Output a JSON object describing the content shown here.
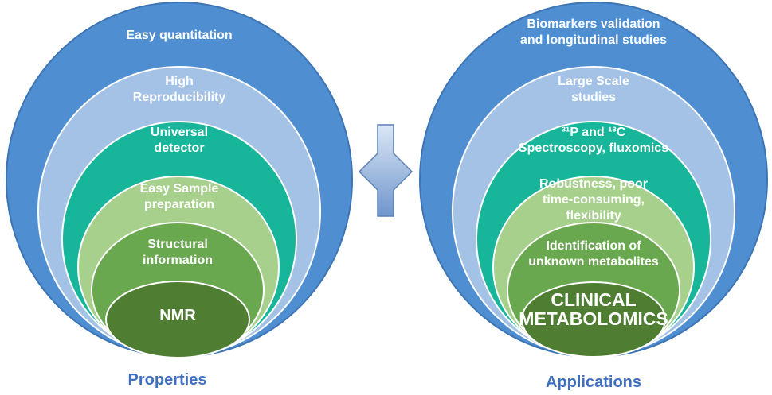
{
  "properties": {
    "caption": "Properties",
    "layers": [
      "Easy quantitation",
      "High\nReproducibility",
      "Universal\ndetector",
      "Easy Sample\npreparation",
      "Structural\ninformation",
      "NMR"
    ]
  },
  "applications": {
    "caption": "Applications",
    "layers": [
      "Biomarkers validation\nand longitudinal studies",
      "Large Scale\nstudies",
      "³¹P and ¹³C\nSpectroscopy, fluxomics",
      "Robustness, poor\ntime-consuming,\nflexibility",
      "Identification of\nunknown metabolites",
      "CLINICAL\nMETABOLOMICS"
    ]
  },
  "colors": {
    "layer1": "#4f8ed1",
    "layer2": "#a4c2e5",
    "layer3": "#17b59a",
    "layer4": "#a8d08d",
    "layer5": "#6aa84f",
    "layer6": "#4f7d32",
    "arrow": "#8aaedb",
    "caption": "#3f6fbf"
  }
}
